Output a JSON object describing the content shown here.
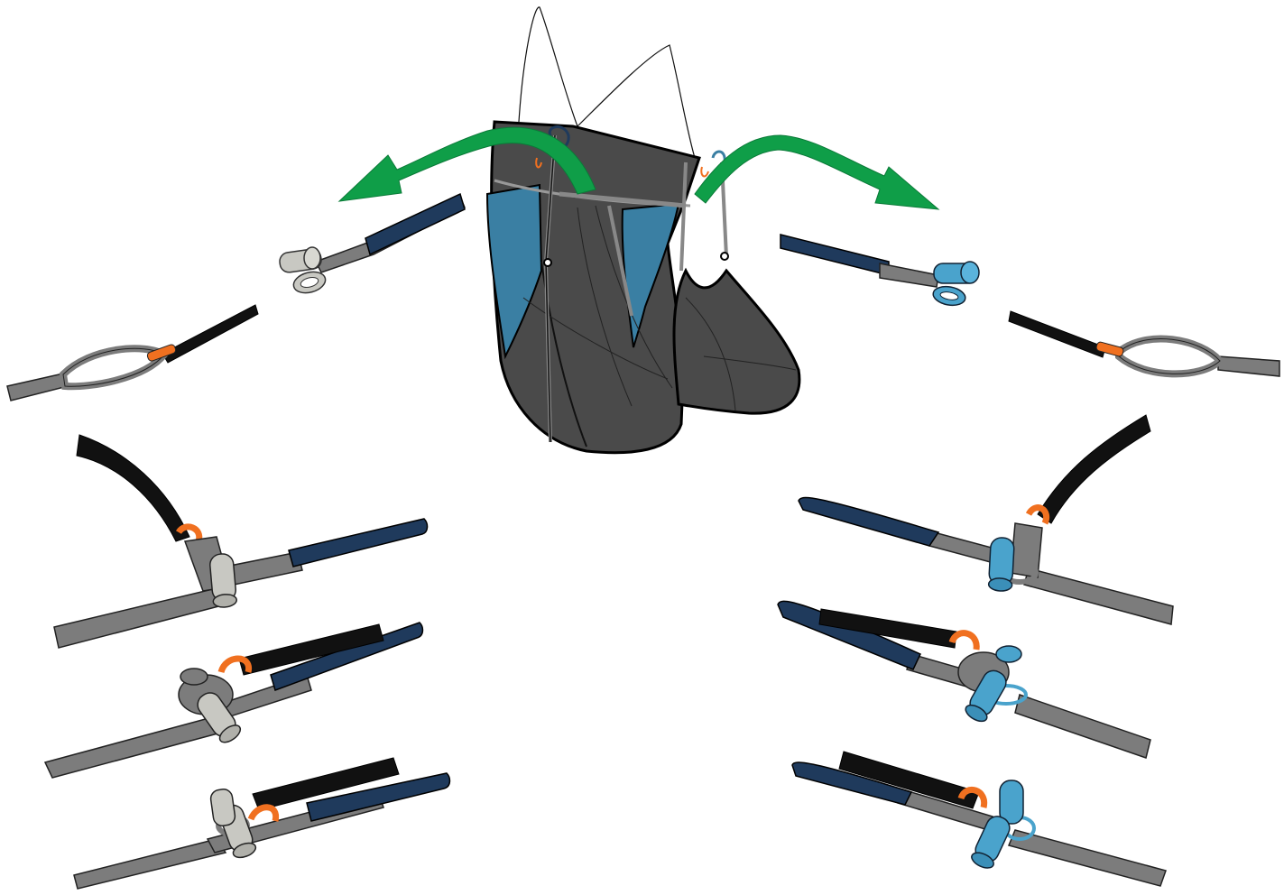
{
  "diagram": {
    "subject": "harness-leg-strap-buckle-attachment",
    "colors": {
      "harness_body": "#4a4a4a",
      "harness_panel": "#3a7fa3",
      "strap_gray": "#7c7c7c",
      "strap_navy": "#1f3a5c",
      "strap_black": "#111111",
      "loop_orange": "#f07020",
      "buckle_light": "#c8c8c2",
      "buckle_blue": "#4aa3cc",
      "arrow_green": "#0f9e48",
      "outline": "#000000"
    },
    "sides": [
      {
        "side": "left",
        "buckle_color": "buckle_light",
        "steps": 4
      },
      {
        "side": "right",
        "buckle_color": "buckle_blue",
        "steps": 4
      }
    ],
    "icons": [
      "harness-illustration",
      "green-direction-arrow-left",
      "green-direction-arrow-right",
      "t-buckle-icon"
    ]
  }
}
